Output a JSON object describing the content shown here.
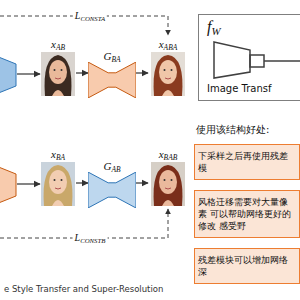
{
  "diagram": {
    "caption": "e Style Transfer and Super-Resolution",
    "nodes": [
      {
        "text": [
          "xAB"
        ]
      },
      {
        "text": [
          "GBA"
        ]
      },
      {
        "text": [
          "xABA"
        ]
      },
      {
        "text": [
          "fW",
          "Image Transf"
        ]
      },
      {
        "text": [
          "xBA"
        ]
      },
      {
        "text": [
          "GAB"
        ]
      },
      {
        "text": [
          "xBAB"
        ]
      },
      {
        "text": [
          "下采样之后再使用残差模"
        ]
      },
      {
        "text": [
          "风格迁移需要对大量像素 可以帮助网络更好的修改 感受野"
        ]
      },
      {
        "text": [
          "残差模块可以增加网络深"
        ]
      }
    ],
    "edges": [
      {
        "from": 0,
        "to": 1,
        "arrow": "to"
      },
      {
        "from": 1,
        "to": 2,
        "arrow": "to"
      },
      {
        "from": 4,
        "to": 5,
        "arrow": "to"
      },
      {
        "from": 5,
        "to": 6,
        "arrow": "to"
      }
    ],
    "labels": [
      "LCONSTA",
      "使用该结构好处:",
      "LCONSTB"
    ]
  }
}
